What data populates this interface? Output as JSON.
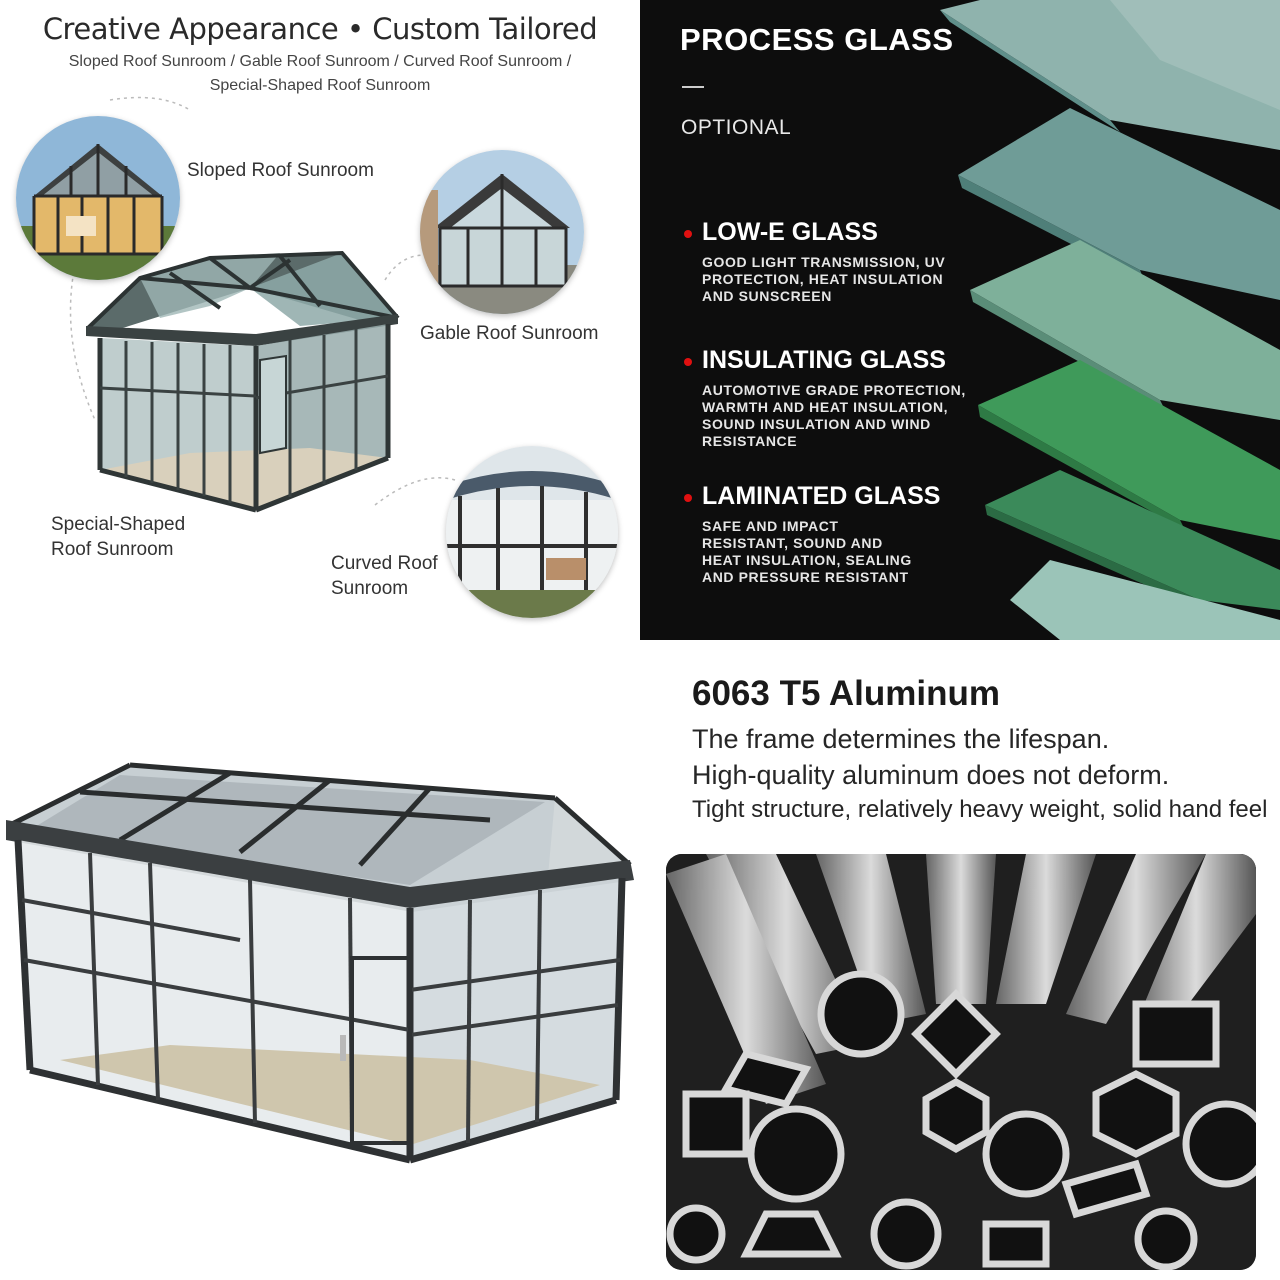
{
  "sunroom_types": {
    "title": "Creative Appearance • Custom Tailored",
    "subtitle_line1": "Sloped Roof Sunroom / Gable Roof Sunroom / Curved Roof Sunroom /",
    "subtitle_line2": "Special-Shaped Roof Sunroom",
    "label_sloped": "Sloped Roof Sunroom",
    "label_gable": "Gable Roof Sunroom",
    "label_special_1": "Special-Shaped",
    "label_special_2": "Roof Sunroom",
    "label_curved_1": "Curved Roof",
    "label_curved_2": "Sunroom"
  },
  "glass": {
    "heading": "PROCESS GLASS",
    "optional": "OPTIONAL",
    "items": [
      {
        "title": "LOW-E GLASS",
        "lines": [
          "GOOD LIGHT TRANSMISSION, UV",
          "PROTECTION, HEAT INSULATION",
          "AND SUNSCREEN"
        ]
      },
      {
        "title": "INSULATING GLASS",
        "lines": [
          "AUTOMOTIVE GRADE PROTECTION,",
          "WARMTH AND HEAT INSULATION,",
          "SOUND INSULATION AND WIND",
          "RESISTANCE"
        ]
      },
      {
        "title": "LAMINATED GLASS",
        "lines": [
          "SAFE AND IMPACT",
          "RESISTANT, SOUND AND",
          "HEAT INSULATION, SEALING",
          "AND PRESSURE RESISTANT"
        ]
      }
    ],
    "accent_color": "#e01010"
  },
  "aluminum": {
    "title": "6063 T5 Aluminum",
    "line1": "The frame determines the lifespan.",
    "line2": "High-quality aluminum does not deform.",
    "line3": "Tight structure, relatively heavy weight, solid hand feel"
  }
}
